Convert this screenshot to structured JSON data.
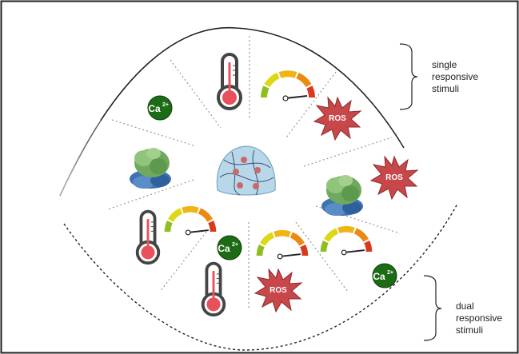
{
  "labels": {
    "single": [
      "single",
      "responsive",
      "stimuli"
    ],
    "dual": [
      "dual",
      "responsive",
      "stimuli"
    ]
  },
  "icons": {
    "ca": "Ca",
    "ca_sup": "2+",
    "ros": "ROS"
  },
  "colors": {
    "ca_fill": "#1e6b16",
    "ros_fill": "#c8474a",
    "thermo_red": "#e8515b",
    "gauge": [
      "#8fbf1f",
      "#dcd816",
      "#f0b415",
      "#ea8a10",
      "#d93a1f"
    ],
    "hydrogel": "#b8d8ea"
  }
}
